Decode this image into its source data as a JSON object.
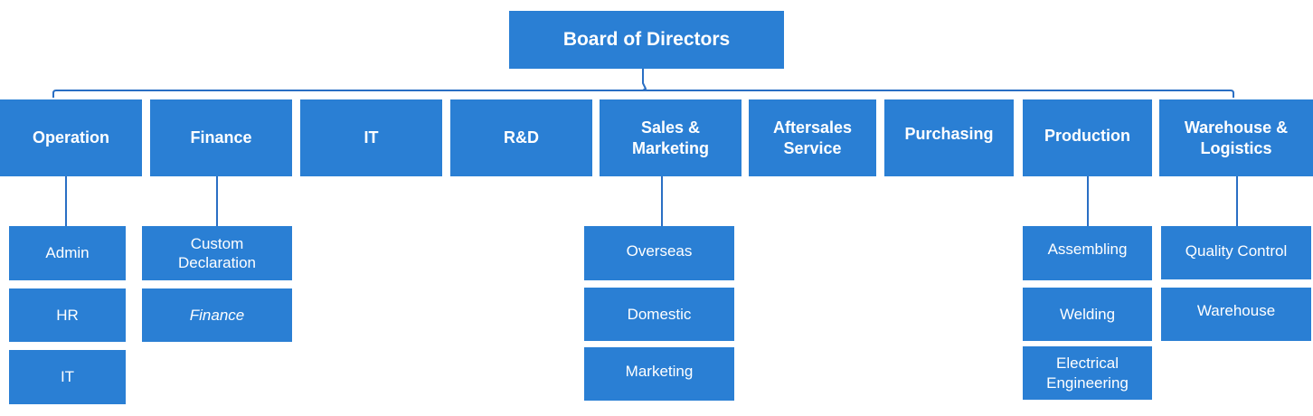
{
  "colors": {
    "box": "#2a7fd4",
    "connector": "#2a6fc4",
    "text": "#ffffff"
  },
  "org": {
    "top": "Board of Directors",
    "departments": [
      {
        "id": "operation",
        "label": "Operation",
        "children": [
          "Admin",
          "HR",
          "IT"
        ]
      },
      {
        "id": "finance",
        "label": "Finance",
        "children": [
          "Custom Declaration",
          "Finance"
        ]
      },
      {
        "id": "it",
        "label": "IT",
        "children": []
      },
      {
        "id": "rnd",
        "label": "R&D",
        "children": []
      },
      {
        "id": "sales-marketing",
        "label": "Sales & Marketing",
        "children": [
          "Overseas",
          "Domestic",
          "Marketing"
        ]
      },
      {
        "id": "aftersales",
        "label": "Aftersales Service",
        "children": []
      },
      {
        "id": "purchasing",
        "label": "Purchasing",
        "children": []
      },
      {
        "id": "production",
        "label": "Production",
        "children": [
          "Assembling",
          "Welding",
          "Electrical Engineering"
        ]
      },
      {
        "id": "warehouse-logistics",
        "label": "Warehouse & Logistics",
        "children": [
          "Quality Control",
          "Warehouse"
        ]
      }
    ]
  }
}
